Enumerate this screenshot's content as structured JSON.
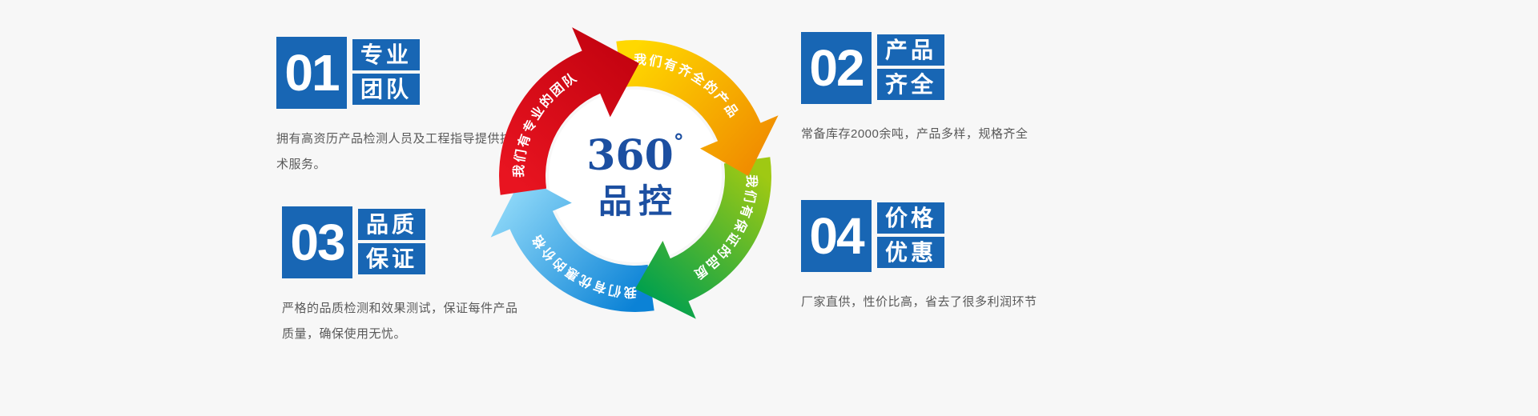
{
  "colors": {
    "background": "#f7f7f7",
    "accent_blue": "#1866b4",
    "center_text": "#1c4fa1",
    "description_text": "#595959"
  },
  "features": [
    {
      "number": "01",
      "label_lines": [
        "专业",
        "团队"
      ],
      "description": "拥有高资历产品检测人员及工程指导提供技术服务。"
    },
    {
      "number": "02",
      "label_lines": [
        "产品",
        "齐全"
      ],
      "description": "常备库存2000余吨，产品多样，规格齐全"
    },
    {
      "number": "03",
      "label_lines": [
        "品质",
        "保证"
      ],
      "description": "严格的品质检测和效果测试，保证每件产品质量，确保使用无忧。"
    },
    {
      "number": "04",
      "label_lines": [
        "价格",
        "优惠"
      ],
      "description": "厂家直供，性价比高，省去了很多利润环节"
    }
  ],
  "diagram": {
    "center_number": "360",
    "degree_symbol": "°",
    "center_label": "品控",
    "segments": [
      {
        "name": "segment-team",
        "label": "我们有专业的团队",
        "gradient": [
          "#e81420",
          "#c40310"
        ]
      },
      {
        "name": "segment-products",
        "label": "我们有齐全的产品",
        "gradient": [
          "#ffd800",
          "#f08c00"
        ]
      },
      {
        "name": "segment-quality",
        "label": "我们有保证的品质",
        "gradient": [
          "#9fc913",
          "#00a04e"
        ]
      },
      {
        "name": "segment-price",
        "label": "我们有优惠的价格",
        "gradient": [
          "#0b82d6",
          "#8ed8f8"
        ]
      }
    ]
  }
}
